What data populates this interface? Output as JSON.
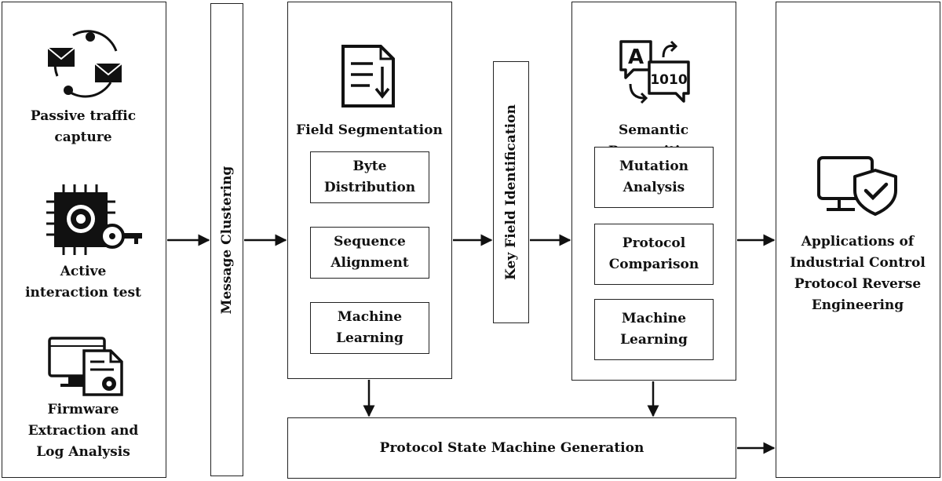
{
  "data_sources": {
    "passive": [
      "Passive traffic",
      "capture"
    ],
    "active": [
      "Active",
      "interaction test"
    ],
    "firmware": [
      "Firmware",
      "Extraction and",
      "Log Analysis"
    ]
  },
  "message_clustering": "Message Clustering",
  "field_segmentation": {
    "title": "Field Segmentation",
    "methods": [
      [
        "Byte",
        "Distribution"
      ],
      [
        "Sequence",
        "Alignment"
      ],
      [
        "Machine",
        "Learning"
      ]
    ]
  },
  "key_field_identification": "Key Field Identification",
  "semantic_recognition": {
    "title": "Semantic Recognition",
    "methods": [
      [
        "Mutation",
        "Analysis"
      ],
      [
        "Protocol",
        "Comparison"
      ],
      [
        "Machine",
        "Learning"
      ]
    ]
  },
  "state_machine": "Protocol State Machine Generation",
  "applications": [
    "Applications of",
    "Industrial Control",
    "Protocol Reverse",
    "Engineering"
  ],
  "translate_icon_text": {
    "letter": "A",
    "binary": "1010"
  }
}
